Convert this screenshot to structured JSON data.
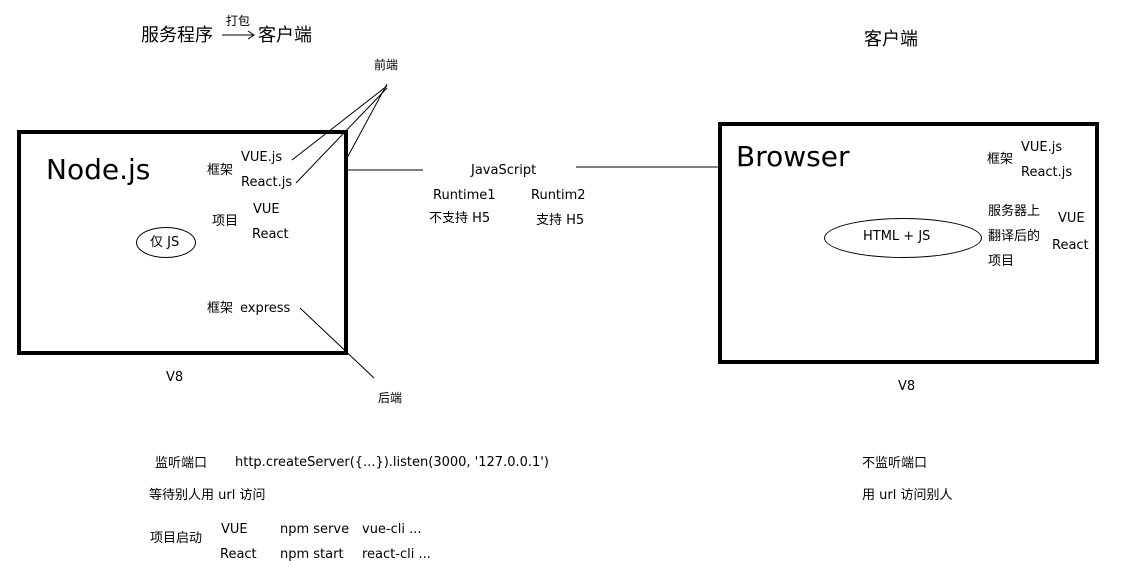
{
  "header": {
    "left_from": "服务程序",
    "arrow_label": "打包",
    "left_to": "客户端",
    "right_title": "客户端"
  },
  "frontend_label": "前端",
  "backend_label": "后端",
  "node_box": {
    "title": "Node.js",
    "framework_label": "框架",
    "frameworks": [
      "VUE.js",
      "React.js"
    ],
    "project_label": "项目",
    "projects": [
      "VUE",
      "React"
    ],
    "ellipse_text": "仅 JS",
    "backend_framework_label": "框架",
    "backend_framework": "express",
    "engine": "V8"
  },
  "middle": {
    "language": "JavaScript",
    "runtime1": "Runtime1",
    "runtime2": "Runtim2",
    "runtime1_note": "不支持 H5",
    "runtime2_note": "支持 H5"
  },
  "browser_box": {
    "title": "Browser",
    "framework_label": "框架",
    "frameworks": [
      "VUE.js",
      "React.js"
    ],
    "server_project_lines": [
      "服务器上",
      "翻译后的",
      "项目"
    ],
    "projects": [
      "VUE",
      "React"
    ],
    "ellipse_text": "HTML + JS",
    "engine": "V8"
  },
  "bottom_left": {
    "listen_port": "监听端口",
    "listen_code": "http.createServer({...}).listen(3000, '127.0.0.1')",
    "wait_access": "等待别人用 url 访问",
    "project_start": "项目启动",
    "rows": [
      {
        "name": "VUE",
        "cmd": "npm serve",
        "cli": "vue-cli ..."
      },
      {
        "name": "React",
        "cmd": "npm start",
        "cli": "react-cli ..."
      }
    ]
  },
  "bottom_right": {
    "no_listen": "不监听端口",
    "access_others": "用 url 访问别人"
  }
}
